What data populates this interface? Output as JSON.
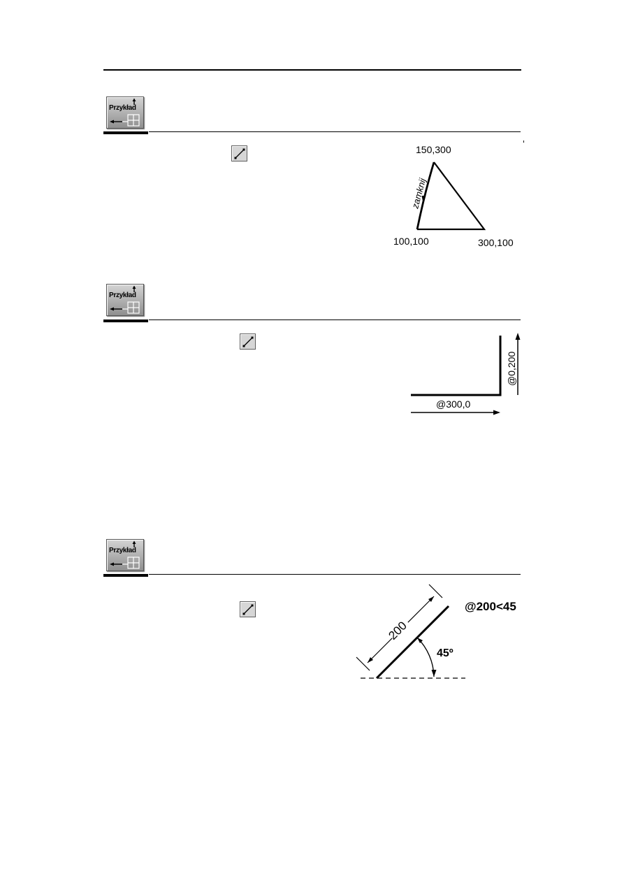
{
  "examples": [
    {
      "badge_label": "Przykład",
      "figure": {
        "label_top": "150,300",
        "label_bottom_left": "100,100",
        "label_bottom_right": "300,100",
        "label_edge": "zamknij"
      }
    },
    {
      "badge_label": "Przykład",
      "figure": {
        "label_horizontal": "@300,0",
        "label_vertical": "@0,200"
      }
    },
    {
      "badge_label": "Przykład",
      "figure": {
        "label_length": "200",
        "label_angle": "45º",
        "label_polar": "@200<45"
      }
    }
  ],
  "icons": {
    "example_badge": "example-badge-icon",
    "line_tool": "line-tool-icon"
  }
}
